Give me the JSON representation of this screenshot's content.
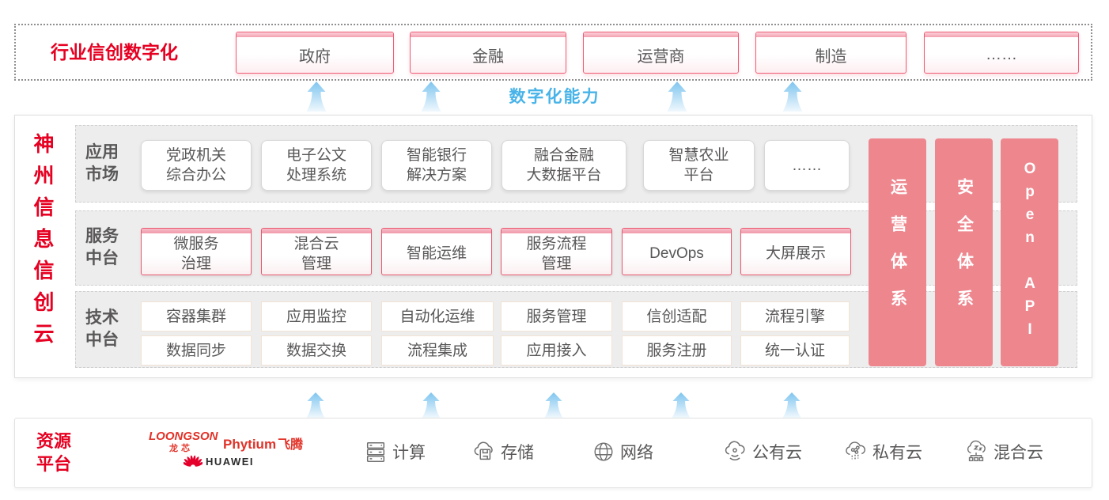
{
  "top": {
    "title": "行业信创数字化",
    "industries": [
      "政府",
      "金融",
      "运营商",
      "制造",
      "……"
    ]
  },
  "capability": {
    "label": "数字化能力"
  },
  "main": {
    "vertical_title": "神州信息信创云",
    "rows": [
      {
        "label": "应用\n市场",
        "items": [
          "党政机关\n综合办公",
          "电子公文\n处理系统",
          "智能银行\n解决方案",
          "融合金融\n大数据平台",
          "智慧农业\n平台",
          "……"
        ]
      },
      {
        "label": "服务\n中台",
        "items": [
          "微服务\n治理",
          "混合云\n管理",
          "智能运维",
          "服务流程\n管理",
          "DevOps",
          "大屏展示"
        ]
      },
      {
        "label": "技术\n中台",
        "items_row1": [
          "容器集群",
          "应用监控",
          "自动化运维",
          "服务管理",
          "信创适配",
          "流程引擎"
        ],
        "items_row2": [
          "数据同步",
          "数据交换",
          "流程集成",
          "应用接入",
          "服务注册",
          "统一认证"
        ]
      }
    ],
    "pillars": [
      "运营体系",
      "安全体系",
      "Open API"
    ]
  },
  "resources": {
    "title": "资源\n平台",
    "vendors": {
      "loongson": "LOONGSON",
      "loongson_cn": "龙芯",
      "phytium": "Phytium",
      "phytium_cn": "飞腾",
      "huawei": "HUAWEI"
    },
    "items": [
      {
        "icon": "compute-icon",
        "label": "计算"
      },
      {
        "icon": "storage-icon",
        "label": "存储"
      },
      {
        "icon": "network-icon",
        "label": "网络"
      },
      {
        "icon": "public-cloud-icon",
        "label": "公有云"
      },
      {
        "icon": "private-cloud-icon",
        "label": "私有云"
      },
      {
        "icon": "hybrid-cloud-icon",
        "label": "混合云"
      }
    ]
  },
  "colors": {
    "brand_red": "#e60021",
    "pillar_pink": "#ee868e",
    "capability_blue": "#47b3e8",
    "card_border_pink": "#e8596f",
    "text_gray": "#595757"
  }
}
